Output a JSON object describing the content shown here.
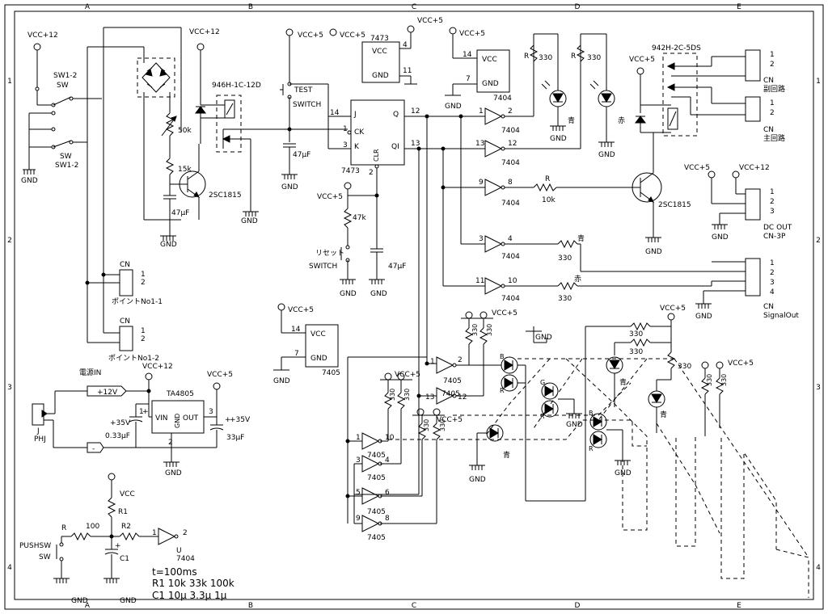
{
  "frame": {
    "cols": [
      "A",
      "B",
      "C",
      "D",
      "E"
    ],
    "rows": [
      "1",
      "2",
      "3",
      "4"
    ]
  },
  "supply": {
    "vcc12": "VCC+12",
    "vcc5": "VCC+5",
    "vcc": "VCC",
    "gnd": "GND"
  },
  "switches": {
    "sw1_2_top": "SW1-2",
    "sw_top": "SW",
    "sw_bottom": "SW",
    "sw1_2_bottom": "SW1-2",
    "test": "TEST",
    "test_switch": "SWITCH",
    "reset": "リセット",
    "reset_switch": "SWITCH",
    "pushsw": "PUSHSW",
    "pushsw_sw": "SW"
  },
  "relays": {
    "r1": "946H-1C-12D",
    "r2": "942H-2C-5DS"
  },
  "components": {
    "pot": "50k",
    "r15k": "15k",
    "tr1": "2SC1815",
    "tr2": "2SC1815",
    "c47u_a": "47µF",
    "c47u_b": "47µF",
    "c47u_c": "47µF",
    "r47k": "47k",
    "ff": "7473",
    "ff_top": "7473",
    "r_label": "R",
    "r10k": "10k",
    "r330": "330",
    "reg": "TA4805",
    "reg_vin": "VIN",
    "reg_out": "OUT",
    "reg_gnd": "GND",
    "c033": "0.33µF",
    "c33": "33µF",
    "v35a": "+35V",
    "v35b": "+35V",
    "plus12": "+12V",
    "minus": "-",
    "jack_j": "J",
    "jack_phj": "PHJ",
    "power_in": "電源IN",
    "ic_7404": "7404",
    "ic_7405": "7405",
    "vcc_pin": "VCC",
    "gnd_pin": "GND",
    "r100": "100",
    "r1": "R1",
    "r2": "R2",
    "c1": "C1",
    "r_lbl": "R",
    "u": "U",
    "u_part": "7404"
  },
  "connectors": {
    "cn_label": "CN",
    "point1": "ポイントNo1-1",
    "point2": "ポイントNo1-2",
    "sub": "副回路",
    "main": "主回路",
    "dcout": "DC OUT",
    "cn3p": "CN-3P",
    "signal": "SignalOut"
  },
  "ff_pins": {
    "j": "J",
    "ck": "CK",
    "k": "K",
    "q": "Q",
    "qi": "QI",
    "clr": "CLR"
  },
  "led_colors": {
    "blue": "青",
    "red": "赤",
    "r": "R",
    "b": "B",
    "g": "G"
  },
  "notes": {
    "line1": "t=100ms",
    "line2": "R1  10k   33k  100k",
    "line3": "C1  10µ  3.3µ  1µ"
  }
}
